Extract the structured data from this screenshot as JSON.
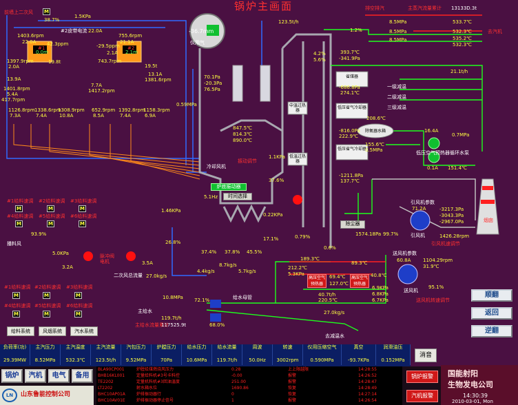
{
  "title": "锅炉主画面",
  "left_top": {
    "secondary_air_before": "前墙上二次风",
    "m": "M",
    "pct_top": "38.7%",
    "pressure_top": "1.5KPa",
    "fan_current_label": "#2皮带电流",
    "fan_current": "22.0A"
  },
  "feeder1": {
    "v1": "1403.6rpm",
    "v2": "22.0A",
    "v3": "42.3ppm",
    "v4": "1397.9rpm",
    "v5": "2.0A",
    "v6": "19.8t",
    "v7": "13.9A",
    "v8": "1401.8rpm",
    "v9": "5.4A",
    "v10": "417.7rpm",
    "tag": "#1",
    "inner": "0.0m"
  },
  "feeder2": {
    "v1": "755.6rpm",
    "v2": "21.1A",
    "v3": "-29.5ppm",
    "v4": "2.1A",
    "v5": "743.7rpm",
    "v6": "19.5t",
    "v7": "13.1A",
    "v8": "1381.6rpm",
    "v9": "7.7A",
    "v10": "1417.2rpm",
    "tag": "#2",
    "inner": "2.1m"
  },
  "screws": {
    "row1": [
      "1126.8rpm",
      "1338.6rpm",
      "1308.9rpm",
      "652.9rpm",
      "1392.8rpm",
      "1158.3rpm"
    ],
    "row2": [
      "7.3A",
      "7.4A",
      "10.8A",
      "8.5A",
      "7.4A",
      "6.9A"
    ]
  },
  "left_labels": {
    "feed1": "#1给料速调",
    "feed2": "#2给料速调",
    "feed3": "#3给料速调",
    "feed4": "#4给料速调",
    "feed5": "#5给料速调",
    "feed6": "#6给料速调",
    "pct939": "93.9%",
    "bofeng": "播料风",
    "p50": "5.0KPa",
    "a32": "3.2A",
    "pulse_fan": "脉冲阀",
    "motor": "电机",
    "a35": "3.5A",
    "sec_air_flow": "二次风总流量",
    "sec_air_flow_v": "27.0kg/s",
    "row_feeds": [
      "#1给料速调",
      "#2给料速调",
      "#3给料速调",
      "#4给料速调",
      "#5给料速调",
      "#6给料速调"
    ]
  },
  "furnace": {
    "drum_level": "-36.7mm",
    "t1": "70.1Pa",
    "t2": "-20.3Pa",
    "t3": "76.5Pa",
    "t4": "847.5℃",
    "t5": "814.3℃",
    "t6": "890.0℃",
    "bed_label": "冷却风机",
    "vib_label": "振动调节",
    "bed_btn": "炉底振动器",
    "freq": "5.1Hz",
    "time_btn": "时间选择",
    "p059": "0.59MPa",
    "p146": "1.46KPa",
    "pct268": "26.8%",
    "pct374": "37.4%",
    "pct378": "37.8%",
    "pct455": "45.5%",
    "f87": "8.7kg/s",
    "f44": "4.4kg/s",
    "f57": "5.7kg/s",
    "p022": "0.22KPa",
    "pct171": "17.1%",
    "p11": "1.1KPa",
    "pct376": "37.6%",
    "yiyong": "仪用气"
  },
  "superheater": {
    "main_flow_label": "主蒸汽流量累计",
    "main_flow": "13133D.3t",
    "steam_flow": "123.5t/h",
    "pct12": "1.2%",
    "pct42": "4.2%",
    "pct56": "5.6%",
    "t393": "393.7℃",
    "t341": "-341.9Pa",
    "t686": "-686.8Pa",
    "t2741": "274.1℃",
    "p85a": "8.5MPa",
    "p85b": "8.5MPa",
    "p85c": "8.5MPa",
    "t5337": "533.7℃",
    "t5323a": "532.3℃",
    "t5352": "535.2℃",
    "t5323b": "532.3℃",
    "to_turbine": "去汽机",
    "pai_kong": "排空排汽",
    "flow211": "21.1t/h",
    "coal_label": "省煤器",
    "de1": "一级减温",
    "de2": "二级减温",
    "de3": "三级减温",
    "gap1": "中温过热器",
    "gap2": "低温过热器"
  },
  "economizer": {
    "label1": "低压省气冷却器",
    "t2086": "208.6℃",
    "t8160": "-816.0Pa",
    "t2229": "222.9℃",
    "label2": "低压省气冷却器",
    "t1556": "155.6℃",
    "p05": "0.5MPa",
    "t12118": "-1211.8Pa",
    "t1377": "137.7℃",
    "deaerator": "除氧器水箱",
    "pump_label": "低压空气预热器循环水泵",
    "p164": "16.4A",
    "p07": "0.7MPa",
    "p01": "0.1A",
    "t1514": "151.4℃"
  },
  "dust": {
    "dust_label": "除尘器",
    "t1574": "1574.18Pa",
    "pct997": "99.7%",
    "id_fan_param": "引风机参数",
    "a712": "71.2A",
    "p3217": "-3217.3Pa",
    "p3043": "-3043.3Pa",
    "p2967": "-2967.0Pa",
    "id_fan": "引风机",
    "p1426": "1426.28rpm",
    "id_adj": "引风机速调节",
    "chimney": "烟囱"
  },
  "air": {
    "pct079": "0.79%",
    "pct06": "0.6%",
    "t1893": "189.3℃",
    "pct893": "89.3℃",
    "t2122": "212.2℃",
    "p53": "5.3KPa",
    "hp1": "高压空气预热器",
    "t694": "69.4℃",
    "t1270": "127.0℃",
    "hp2": "高压空气预热器",
    "t408": "40.8℃",
    "t407": "40.7t/h",
    "t2205": "220.5℃",
    "fd_param": "送风机参数",
    "a608": "60.8A",
    "rpm11042": "1104.29rpm",
    "t319": "31.9℃",
    "pct951": "95.1%",
    "p69": "6.9KPa",
    "p68": "6.8KPa",
    "p67": "6.7KPa",
    "fd_fan": "送风机",
    "fd_adj": "送风机转速调节",
    "p108": "10.8MPa",
    "feed_water": "主给水",
    "t1197": "119.7t/h",
    "pct721": "72.1%",
    "pct680": "68.0%",
    "feed_pump": "给水母管",
    "feed_total_label": "主给水流量累计",
    "feed_total": "117525.9t",
    "t270": "27.0kg/s",
    "to_desuper": "去减温水"
  },
  "systems": {
    "a": "给料系统",
    "b": "风烟系统",
    "c": "汽水系统"
  },
  "nav": {
    "a": "顺翻",
    "b": "返回",
    "c": "逆翻"
  },
  "status": {
    "headers": [
      "负荷率(功)",
      "主汽压力",
      "主汽温度",
      "主汽流量",
      "汽包压力",
      "炉膛压力",
      "给水压力",
      "给水流量",
      "周波",
      "转速",
      "仪用压缩空气",
      "真空",
      "润滑油压"
    ],
    "values": [
      "29.39MW",
      "8.52MPa",
      "532.3℃",
      "123.5t/h",
      "9.52MPa",
      "70Pa",
      "10.6MPa",
      "119.7t/h",
      "50.0Hz",
      "3002rpm",
      "0.590MPa",
      "-93.7KPa",
      "0.152MPa"
    ],
    "clear": "消音"
  },
  "bottom": {
    "btns": [
      "锅炉",
      "汽机",
      "电气",
      "备用"
    ],
    "logo_mark": "LN",
    "logo_text": "山东鲁能控制公司",
    "alarms": [
      [
        "BLA90CP001",
        "炉膛给煤燃烧风压力",
        "0.28",
        "上上限越限",
        "14:28:55"
      ],
      [
        "BHB16KL001",
        "定量给料机#3号卡料控",
        "-0.00",
        "报警",
        "14:26:52"
      ],
      [
        "TE2202",
        "定量机料机#3回油温度",
        "251.00",
        "报警",
        "14:28:47"
      ],
      [
        "LT2202",
        "射水箱水位",
        "1690.86",
        "恢复",
        "14:28:49"
      ],
      [
        "BHC10AP01A",
        "炉排振动器行",
        "0",
        "恢复",
        "14:27:14"
      ],
      [
        "BHC10AV01E",
        "炉排振动器停止信号",
        "1",
        "报警",
        "14:26:54"
      ]
    ],
    "alarm_btn1": "锅炉报警",
    "alarm_btn2": "汽机报警",
    "company1": "国能射阳",
    "company2": "生物发电公司",
    "time": "14:30:39",
    "date": "2010-03-01, Mon"
  }
}
